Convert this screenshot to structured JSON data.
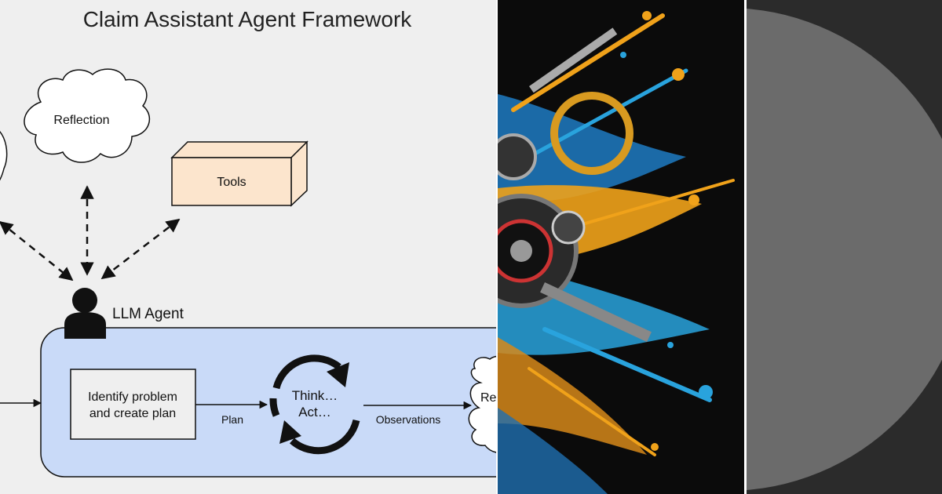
{
  "diagram": {
    "title": "Claim Assistant Agent Framework",
    "reflection_label": "Reflection",
    "tools_label": "Tools",
    "agent_label": "LLM Agent",
    "plan_box_line1": "Identify problem",
    "plan_box_line2": "and create plan",
    "plan_arrow_label": "Plan",
    "loop_line1": "Think…",
    "loop_line2": "Act…",
    "observations_label": "Observations",
    "right_cloud_partial": "Re",
    "colors": {
      "background": "#efefef",
      "agent_box": "#c9daf8",
      "tools_box": "#fce5cd",
      "stroke": "#111111"
    }
  },
  "art_panel": {
    "description_icon": "abstract-mechanical-splash-image"
  },
  "dark_panel": {
    "colors": {
      "background": "#2b2b2b",
      "circle": "#6b6b6b"
    }
  }
}
